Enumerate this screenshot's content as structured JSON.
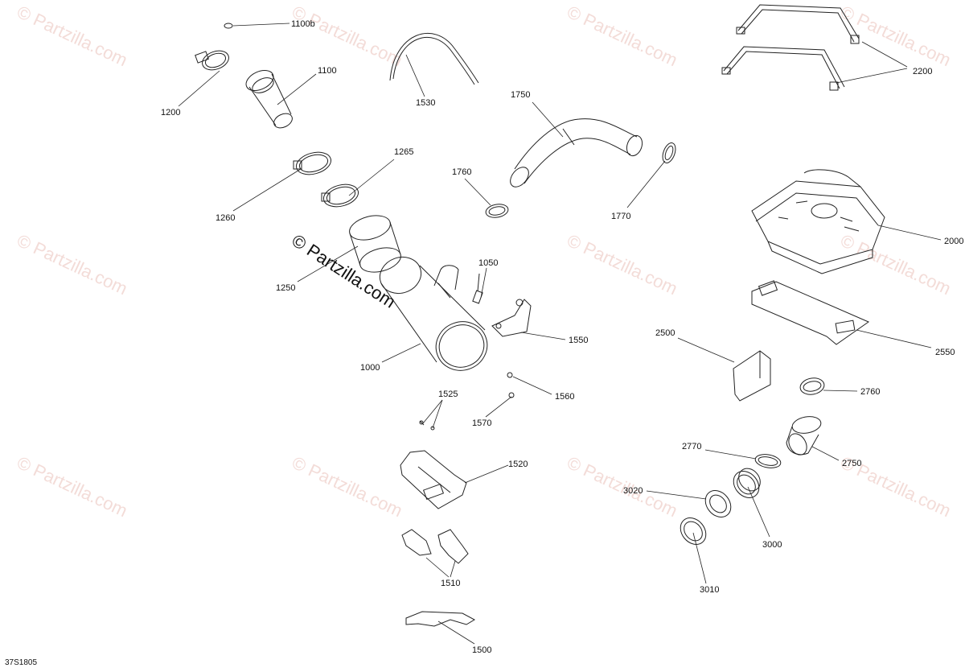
{
  "watermark": "© Partzilla.com",
  "diagram_code": "37S1805",
  "callouts": {
    "c1100b": "1100b",
    "c1100": "1100",
    "c1200": "1200",
    "c1530": "1530",
    "c1750": "1750",
    "c2200": "2200",
    "c1265": "1265",
    "c1260": "1260",
    "c1760": "1760",
    "c1770": "1770",
    "c2000": "2000",
    "c1250": "1250",
    "c1050": "1050",
    "c1550": "1550",
    "c2500": "2500",
    "c2550": "2550",
    "c1000": "1000",
    "c1560": "1560",
    "c2760": "2760",
    "c1525": "1525",
    "c1570": "1570",
    "c2770": "2770",
    "c2750": "2750",
    "c1520": "1520",
    "c3020": "3020",
    "c3000": "3000",
    "c1510": "1510",
    "c3010": "3010",
    "c1500": "1500"
  }
}
